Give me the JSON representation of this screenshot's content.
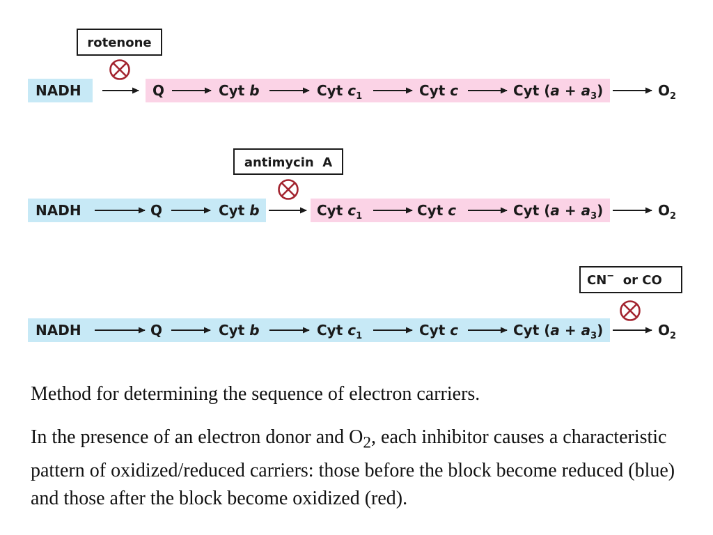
{
  "colors": {
    "reduced": "#c7e9f6",
    "oxidized": "#fbd3e6",
    "inhibit": "#a3242f",
    "text": "#1a1a1a"
  },
  "icons": {
    "block": "circle-x-icon",
    "arrow": "long-right-arrow"
  },
  "carriers": {
    "nadh": "NADH",
    "q": "Q",
    "cyt_b": [
      "Cyt ",
      "b"
    ],
    "cyt_c1": [
      "Cyt ",
      "c",
      "1"
    ],
    "cyt_c": [
      "Cyt ",
      "c"
    ],
    "cyt_aa3": [
      "Cyt (",
      "a",
      " + ",
      "a",
      "3",
      ")"
    ],
    "o2": [
      "O",
      "2"
    ]
  },
  "rows": [
    {
      "inhibitor": "rotenone",
      "block_after": "NADH"
    },
    {
      "inhibitor": "antimycin  A",
      "block_after": "Cyt b"
    },
    {
      "inhibitor_main": "CN",
      "inhibitor_sup": "−",
      "inhibitor_rest": "  or CO",
      "block_after": "Cyt (a + a3)"
    }
  ],
  "caption": {
    "line1": "Method for determining the sequence of electron carriers.",
    "p2_a": "In the presence of an electron donor and O",
    "p2_sub": "2",
    "p2_b": ", each inhibitor causes a characteristic pattern of oxidized/reduced carriers: those before the block become reduced (blue) and those after the block become oxidized (red)."
  }
}
